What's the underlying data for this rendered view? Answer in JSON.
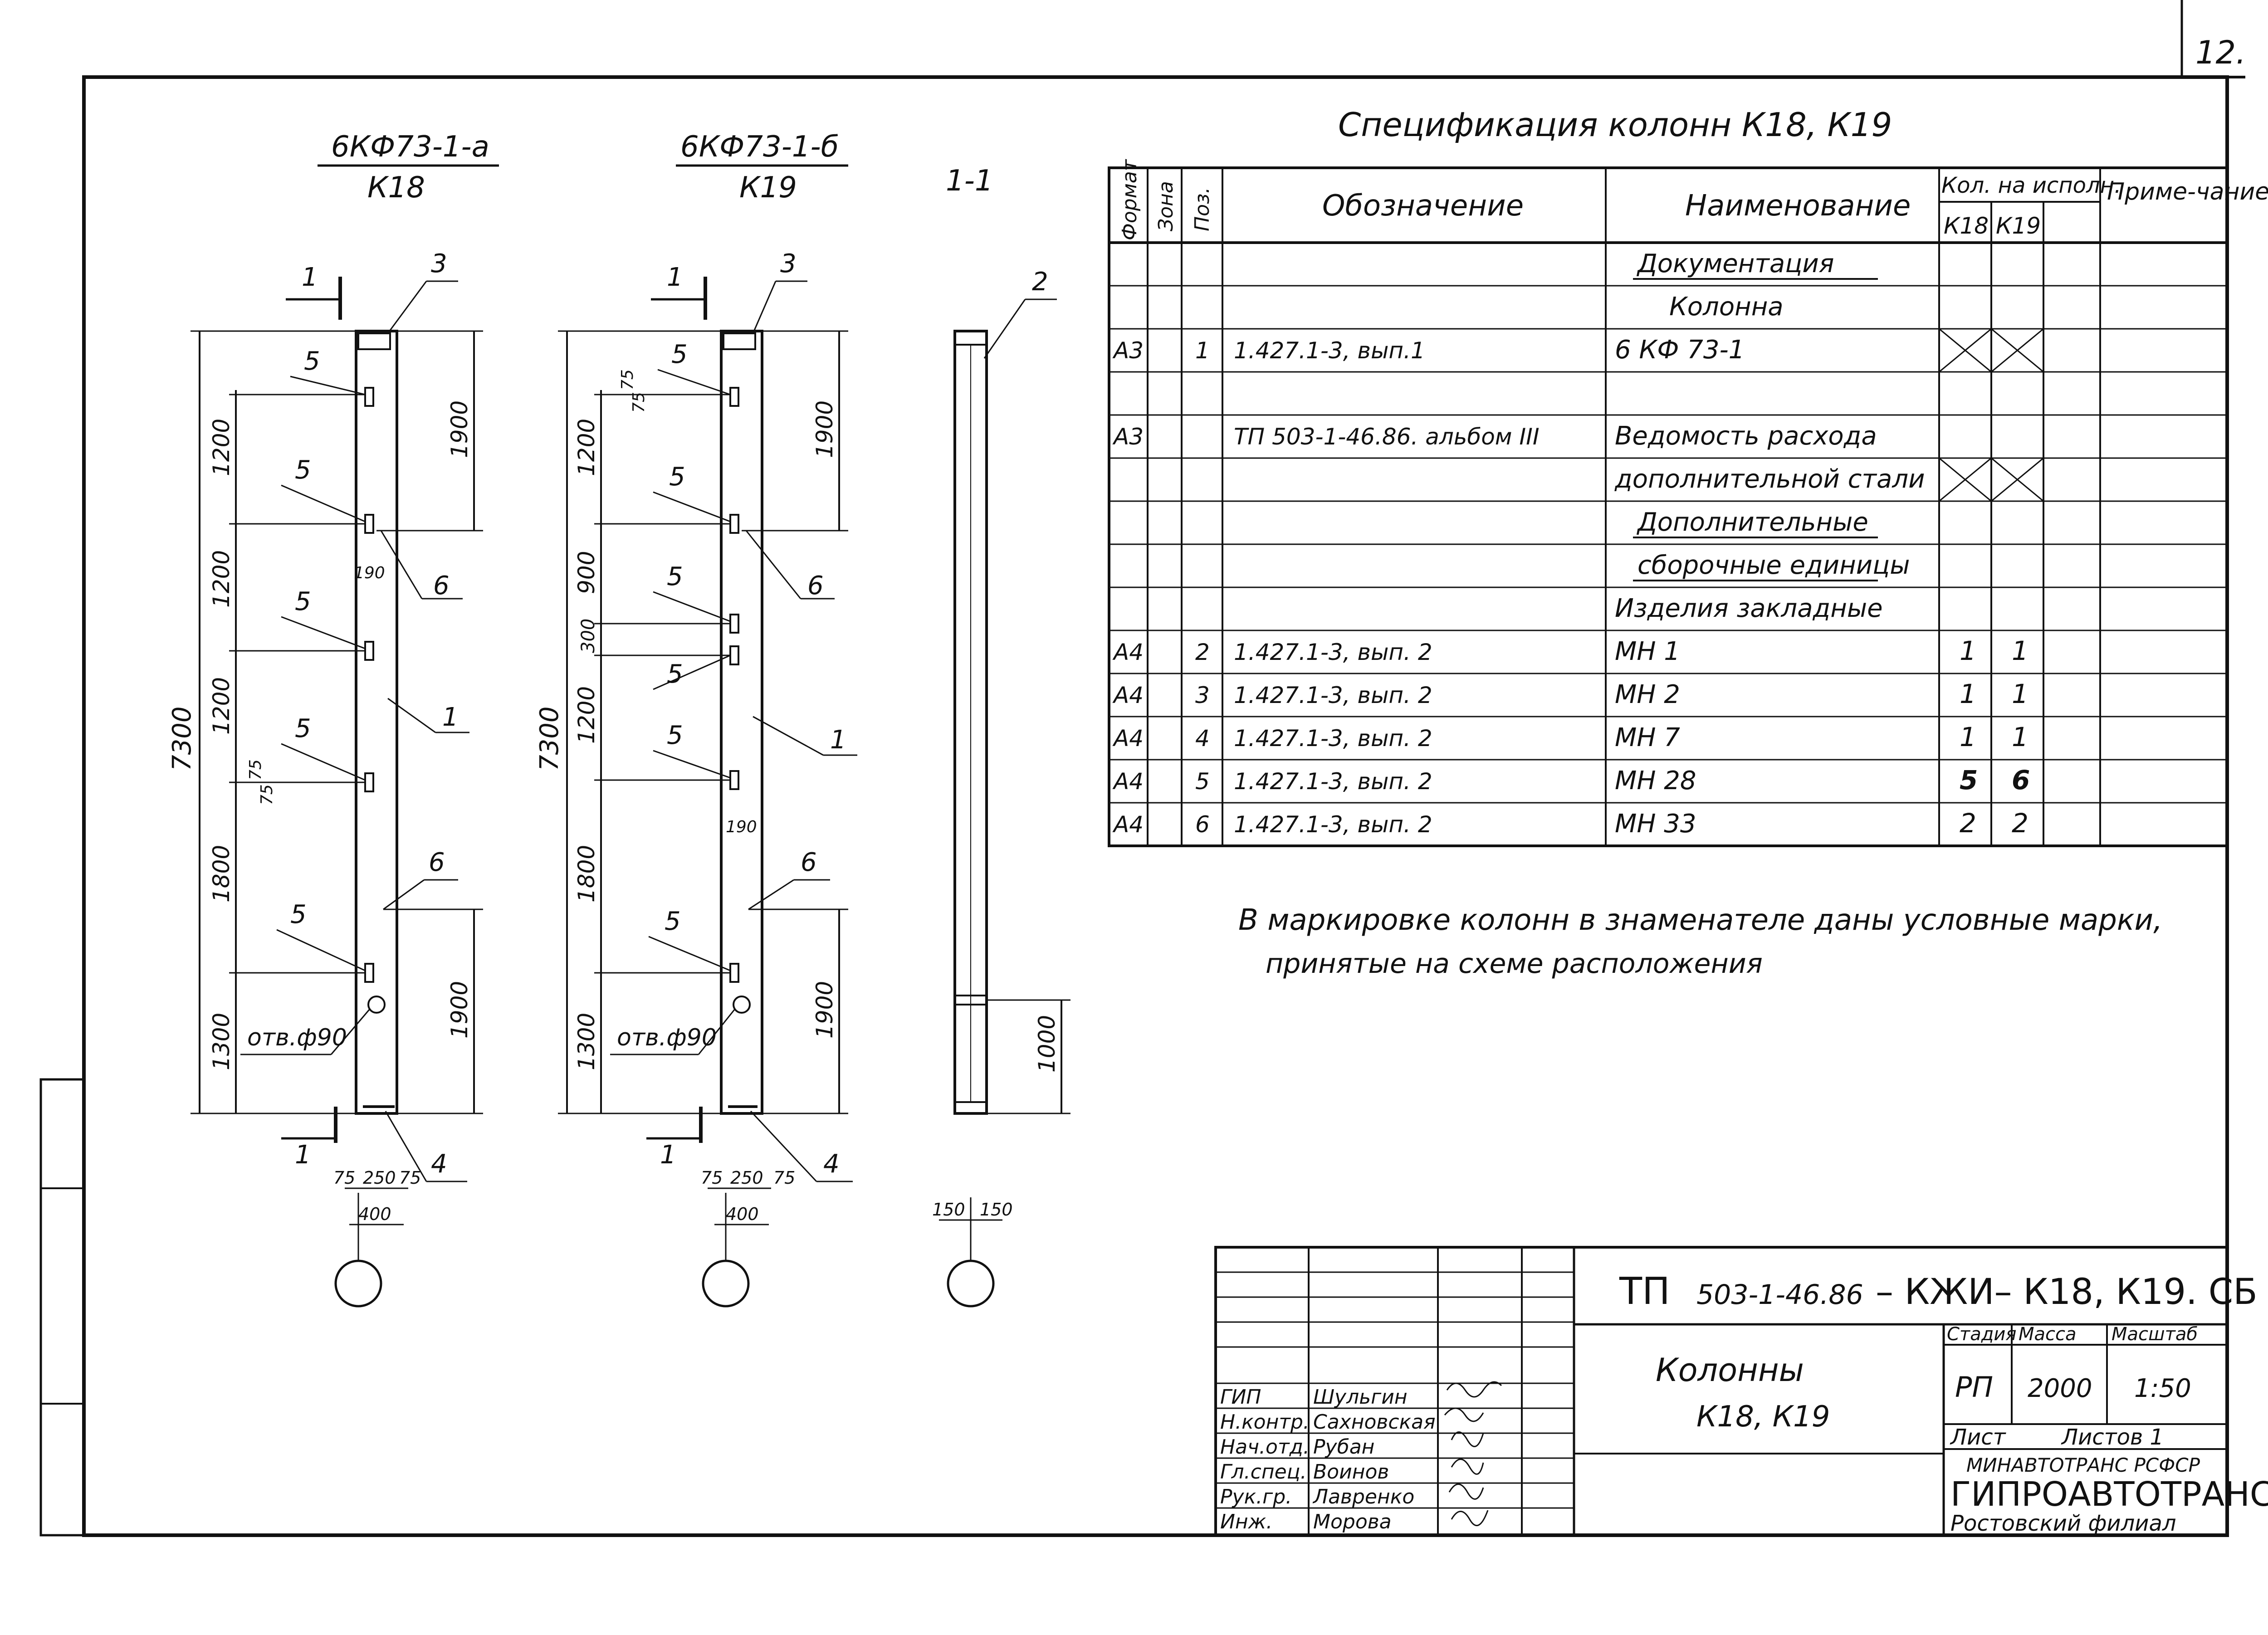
{
  "sheet_number": "12.",
  "spec": {
    "title": "Спецификация колонн К18, К19",
    "headers": {
      "format": "Формат",
      "zone": "Зона",
      "pos": "Поз.",
      "designation": "Обозначение",
      "name": "Наименование",
      "qty": "Кол. на исполн.",
      "qty_k18": "К18",
      "qty_k19": "К19",
      "note": "Приме-чание"
    },
    "rows": [
      {
        "format": "",
        "pos": "",
        "designation": "",
        "name": "Документация",
        "k18": "",
        "k19": ""
      },
      {
        "format": "",
        "pos": "",
        "designation": "",
        "name": "Колонна",
        "k18": "",
        "k19": ""
      },
      {
        "format": "А3",
        "pos": "1",
        "designation": "1.427.1-3, вып.1",
        "name": "6 КФ 73-1",
        "k18": "",
        "k19": ""
      },
      {
        "format": "",
        "pos": "",
        "designation": "",
        "name": "",
        "k18": "",
        "k19": ""
      },
      {
        "format": "А3",
        "pos": "",
        "designation": "ТП 503-1-46.86. альбом III",
        "name": "Ведомость расхода",
        "k18": "",
        "k19": ""
      },
      {
        "format": "",
        "pos": "",
        "designation": "",
        "name": "дополнительной стали",
        "k18": "",
        "k19": ""
      },
      {
        "format": "",
        "pos": "",
        "designation": "",
        "name": "Дополнительные",
        "k18": "",
        "k19": ""
      },
      {
        "format": "",
        "pos": "",
        "designation": "",
        "name": "сборочные единицы",
        "k18": "",
        "k19": ""
      },
      {
        "format": "",
        "pos": "",
        "designation": "",
        "name": "Изделия закладные",
        "k18": "",
        "k19": ""
      },
      {
        "format": "А4",
        "pos": "2",
        "designation": "1.427.1-3, вып. 2",
        "name": "МН 1",
        "k18": "1",
        "k19": "1"
      },
      {
        "format": "А4",
        "pos": "3",
        "designation": "1.427.1-3, вып. 2",
        "name": "МН 2",
        "k18": "1",
        "k19": "1"
      },
      {
        "format": "А4",
        "pos": "4",
        "designation": "1.427.1-3, вып. 2",
        "name": "МН 7",
        "k18": "1",
        "k19": "1"
      },
      {
        "format": "А4",
        "pos": "5",
        "designation": "1.427.1-3, вып. 2",
        "name": "МН 28",
        "k18": "5",
        "k19": "6"
      },
      {
        "format": "А4",
        "pos": "6",
        "designation": "1.427.1-3, вып. 2",
        "name": "МН 33",
        "k18": "2",
        "k19": "2"
      }
    ]
  },
  "note": {
    "line1": "В маркировке колонн в знаменателе даны условные марки,",
    "line2": "принятые на схеме расположения"
  },
  "views": {
    "k18": {
      "mark": "6КФ73-1-а",
      "label": "К18",
      "dims_left": [
        "1200",
        "1200",
        "1200",
        "1800",
        "1300"
      ],
      "dim_total": "7300",
      "dims_right": [
        "1900",
        "1900"
      ],
      "dim_190": "190",
      "dim_75a": "75",
      "dim_75b": "75",
      "width_dims": [
        "75",
        "250",
        "75"
      ],
      "width_total": "400",
      "hole": "отв.ф90",
      "pos_labels": [
        "1",
        "1",
        "3",
        "5",
        "5",
        "5",
        "5",
        "5",
        "6",
        "6",
        "1",
        "4"
      ]
    },
    "k19": {
      "mark": "6КФ73-1-б",
      "label": "К19",
      "dims_left": [
        "1200",
        "900",
        "300",
        "1200",
        "1800",
        "1300"
      ],
      "dim_total": "7300",
      "dims_right": [
        "1900",
        "1900"
      ],
      "dim_190": "190",
      "dim_75a": "75",
      "dim_75b": "75",
      "width_dims": [
        "75",
        "250",
        "75"
      ],
      "width_total": "400",
      "hole": "отв.ф90",
      "pos_labels": [
        "1",
        "1",
        "3",
        "5",
        "5",
        "5",
        "5",
        "5",
        "5",
        "6",
        "6",
        "1",
        "4"
      ]
    },
    "section": {
      "label": "1-1",
      "pos": "2",
      "dim_1000": "1000",
      "w1": "150",
      "w2": "150"
    }
  },
  "title_block": {
    "code_prefix": "ТП",
    "code_num": "503-1-46.86",
    "code_suffix": "– КЖИ– К18, К19. СБ",
    "object_line1": "Колонны",
    "object_line2": "К18, К19",
    "stage_label": "Стадия",
    "mass_label": "Масса",
    "scale_label": "Масштаб",
    "stage": "РП",
    "mass": "2000",
    "scale": "1:50",
    "sheet_label": "Лист",
    "sheets_label": "Листов 1",
    "org1": "МИНАВТОТРАНС РСФСР",
    "org2": "ГИПРОАВТОТРАНС",
    "org3": "Ростовский филиал",
    "roles": [
      {
        "role": "ГИП",
        "name": "Шульгин"
      },
      {
        "role": "Н.контр.",
        "name": "Сахновская"
      },
      {
        "role": "Нач.отд.",
        "name": "Рубан"
      },
      {
        "role": "Гл.спец.",
        "name": "Воинов"
      },
      {
        "role": "Рук.гр.",
        "name": "Лавренко"
      },
      {
        "role": "Инж.",
        "name": "Морова"
      }
    ]
  }
}
